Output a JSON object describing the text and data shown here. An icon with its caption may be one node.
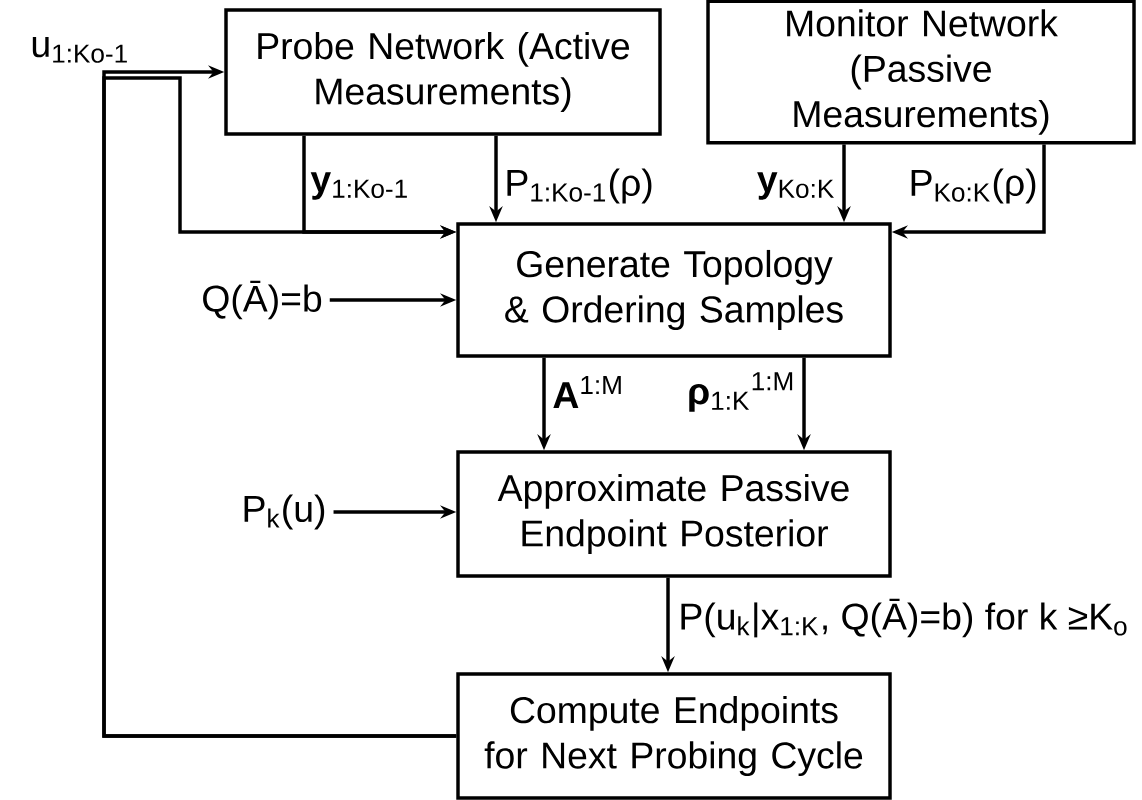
{
  "diagram": {
    "nodes": [
      {
        "text": [
          "Probe Network (Active Measurements)"
        ]
      },
      {
        "text": [
          "Monitor Network (Passive Measurements)"
        ]
      },
      {
        "text": [
          "Generate Topology & Ordering Samples"
        ]
      },
      {
        "text": [
          "Approximate Passive Endpoint Posterior"
        ]
      },
      {
        "text": [
          "Compute Endpoints for Next Probing Cycle"
        ]
      },
      {
        "text": [
          "Q(Ā)=b"
        ]
      },
      {
        "text": [
          "P$_{k}$(u)"
        ]
      }
    ],
    "edges": [
      {
        "from": 4,
        "to": 0,
        "arrow": "to",
        "label": "u$_{1:Ko-1}$"
      },
      {
        "from": 4,
        "to": 2,
        "arrow": "to"
      },
      {
        "from": 0,
        "to": 2,
        "arrow": "to",
        "label": "**y**$_{1:Ko-1}$"
      },
      {
        "from": 0,
        "to": 2,
        "arrow": "to",
        "label": "P$_{1:Ko-1}$(ρ)"
      },
      {
        "from": 1,
        "to": 2,
        "arrow": "to",
        "label": "**y**$_{Ko:K}$"
      },
      {
        "from": 1,
        "to": 2,
        "arrow": "to",
        "label": "P$_{Ko:K}$(ρ)"
      },
      {
        "from": 5,
        "to": 2,
        "arrow": "to"
      },
      {
        "from": 6,
        "to": 3,
        "arrow": "to"
      },
      {
        "from": 2,
        "to": 3,
        "arrow": "to",
        "label": "**A**$^{1:M}$"
      },
      {
        "from": 2,
        "to": 3,
        "arrow": "to",
        "label": "**ρ**$_{1:K}$$^{1:M}$"
      },
      {
        "from": 3,
        "to": 4,
        "arrow": "to",
        "label": "P(u$_{k}$|x$_{1:K}$, Q(Ā)=b) for k ≥K$_{o}$"
      }
    ]
  }
}
